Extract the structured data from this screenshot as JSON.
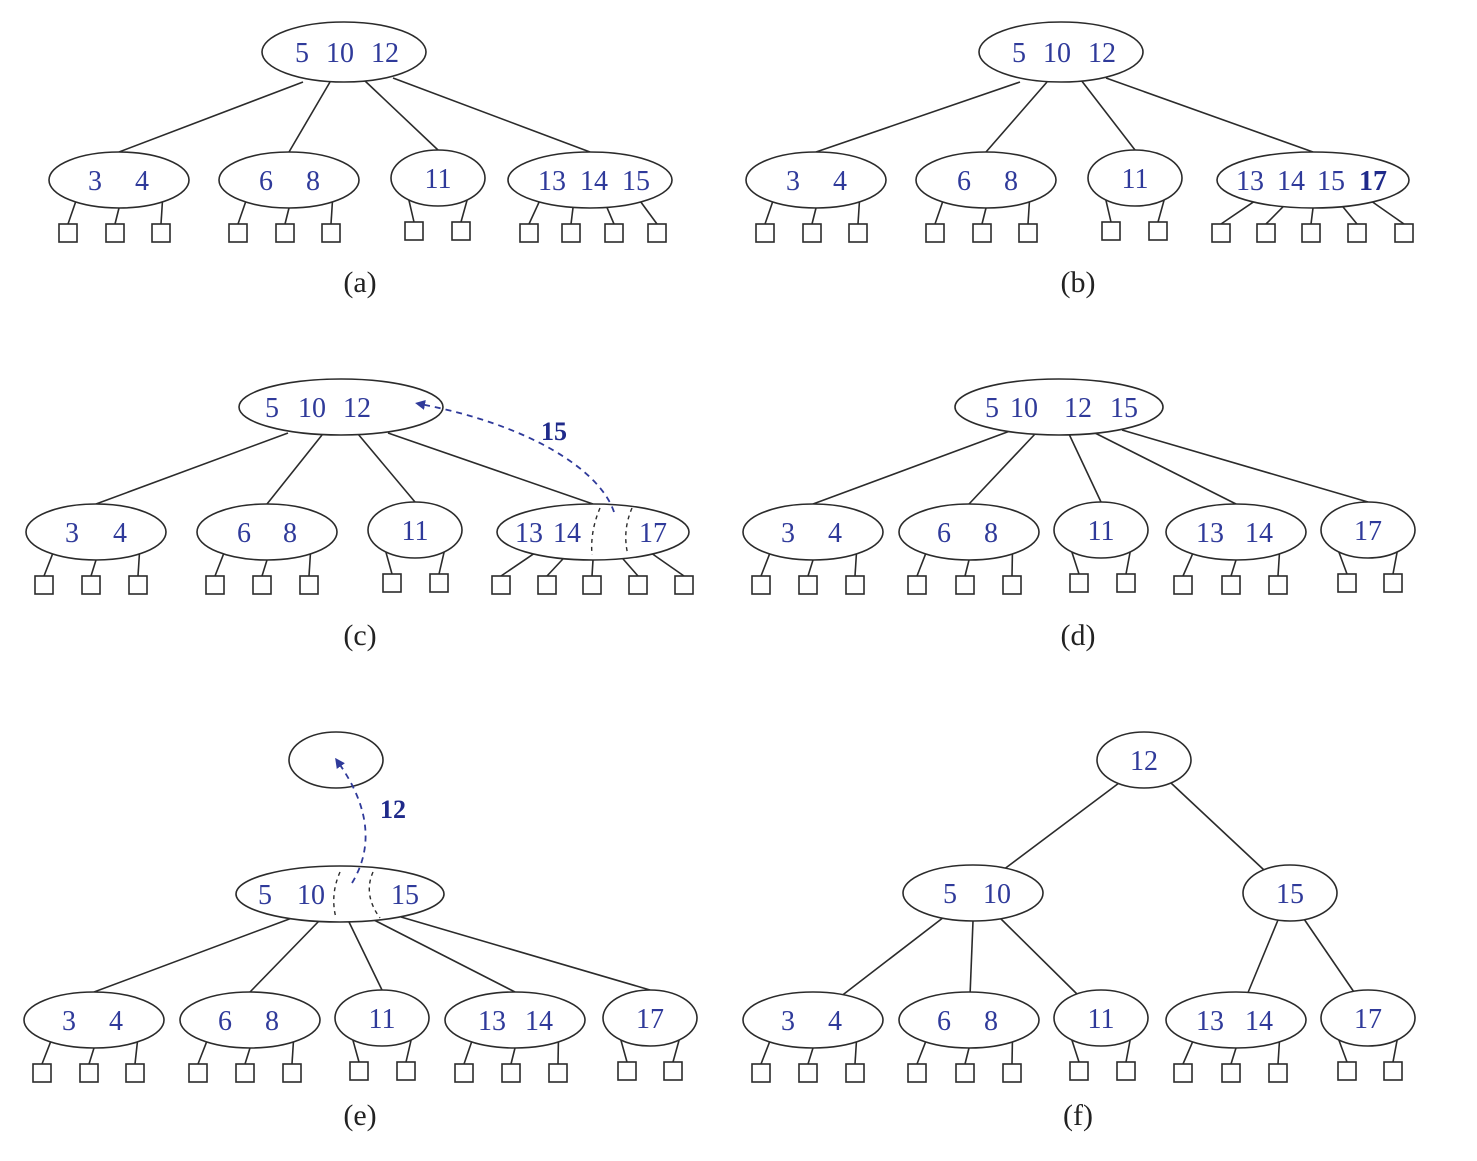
{
  "colors": {
    "key": "#2f3a9a",
    "line": "#2b2b2b",
    "arrow": "#2f3a9a"
  },
  "panels": [
    {
      "caption": "(a)",
      "nodes": [
        {
          "keys": [
            "5",
            "10",
            "12"
          ],
          "leaves": 0
        },
        {
          "keys": [
            "3",
            "4"
          ],
          "leaves": 3
        },
        {
          "keys": [
            "6",
            "8"
          ],
          "leaves": 3
        },
        {
          "keys": [
            "11"
          ],
          "leaves": 2
        },
        {
          "keys": [
            "13",
            "14",
            "15"
          ],
          "leaves": 4
        }
      ]
    },
    {
      "caption": "(b)",
      "inserted_key": "17",
      "nodes": [
        {
          "keys": [
            "5",
            "10",
            "12"
          ],
          "leaves": 0
        },
        {
          "keys": [
            "3",
            "4"
          ],
          "leaves": 3
        },
        {
          "keys": [
            "6",
            "8"
          ],
          "leaves": 3
        },
        {
          "keys": [
            "11"
          ],
          "leaves": 2
        },
        {
          "keys": [
            "13",
            "14",
            "15",
            "17"
          ],
          "leaves": 5
        }
      ]
    },
    {
      "caption": "(c)",
      "promoted_key": "15",
      "nodes": [
        {
          "keys": [
            "5",
            "10",
            "12"
          ],
          "leaves": 0
        },
        {
          "keys": [
            "3",
            "4"
          ],
          "leaves": 3
        },
        {
          "keys": [
            "6",
            "8"
          ],
          "leaves": 3
        },
        {
          "keys": [
            "11"
          ],
          "leaves": 2
        },
        {
          "keys": [
            "13",
            "14",
            "17"
          ],
          "leaves": 5
        }
      ]
    },
    {
      "caption": "(d)",
      "nodes": [
        {
          "keys": [
            "5",
            "10",
            "12",
            "15"
          ],
          "leaves": 0
        },
        {
          "keys": [
            "3",
            "4"
          ],
          "leaves": 3
        },
        {
          "keys": [
            "6",
            "8"
          ],
          "leaves": 3
        },
        {
          "keys": [
            "11"
          ],
          "leaves": 2
        },
        {
          "keys": [
            "13",
            "14"
          ],
          "leaves": 3
        },
        {
          "keys": [
            "17"
          ],
          "leaves": 2
        }
      ]
    },
    {
      "caption": "(e)",
      "promoted_key": "12",
      "nodes": [
        {
          "keys": [],
          "leaves": 0
        },
        {
          "keys": [
            "5",
            "10",
            "15"
          ],
          "leaves": 0
        },
        {
          "keys": [
            "3",
            "4"
          ],
          "leaves": 3
        },
        {
          "keys": [
            "6",
            "8"
          ],
          "leaves": 3
        },
        {
          "keys": [
            "11"
          ],
          "leaves": 2
        },
        {
          "keys": [
            "13",
            "14"
          ],
          "leaves": 3
        },
        {
          "keys": [
            "17"
          ],
          "leaves": 2
        }
      ]
    },
    {
      "caption": "(f)",
      "nodes": [
        {
          "keys": [
            "12"
          ],
          "leaves": 0
        },
        {
          "keys": [
            "5",
            "10"
          ],
          "leaves": 0
        },
        {
          "keys": [
            "15"
          ],
          "leaves": 0
        },
        {
          "keys": [
            "3",
            "4"
          ],
          "leaves": 3
        },
        {
          "keys": [
            "6",
            "8"
          ],
          "leaves": 3
        },
        {
          "keys": [
            "11"
          ],
          "leaves": 2
        },
        {
          "keys": [
            "13",
            "14"
          ],
          "leaves": 3
        },
        {
          "keys": [
            "17"
          ],
          "leaves": 2
        }
      ]
    }
  ]
}
